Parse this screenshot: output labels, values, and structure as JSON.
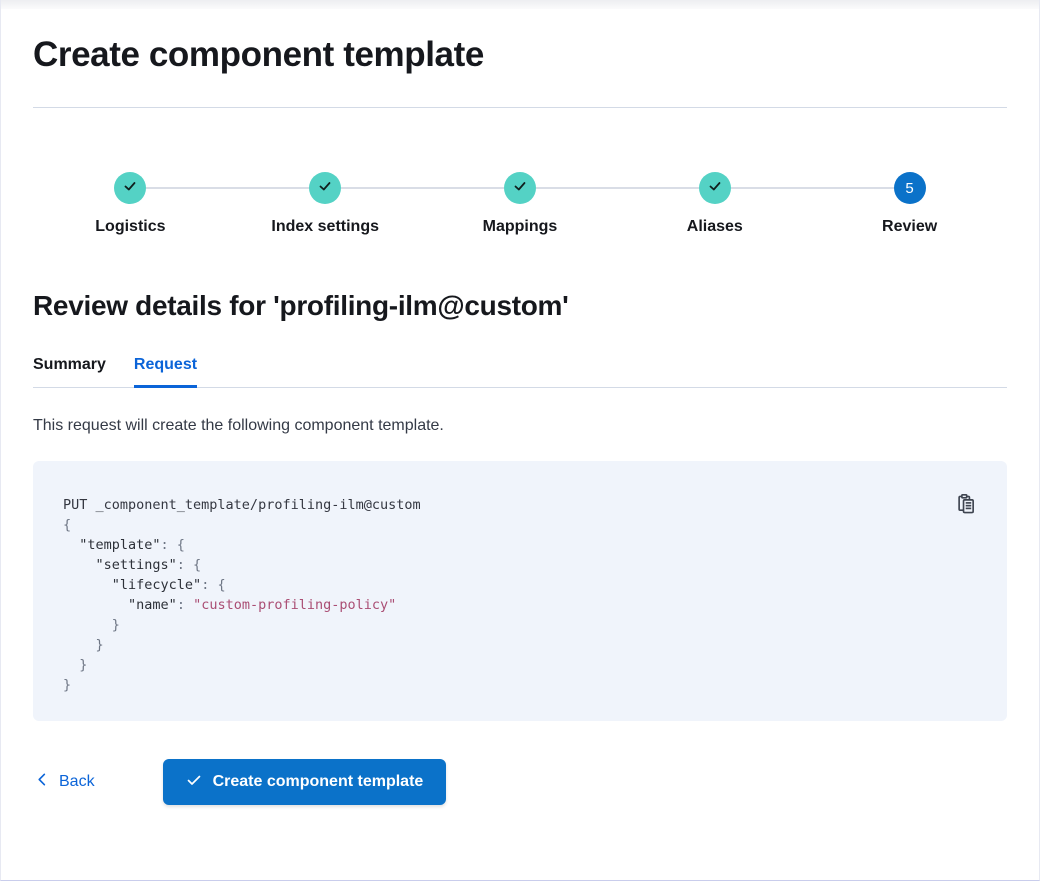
{
  "header": {
    "title": "Create component template"
  },
  "stepper": {
    "steps": [
      {
        "label": "Logistics",
        "status": "complete"
      },
      {
        "label": "Index settings",
        "status": "complete"
      },
      {
        "label": "Mappings",
        "status": "complete"
      },
      {
        "label": "Aliases",
        "status": "complete"
      },
      {
        "label": "Review",
        "status": "current",
        "number": "5"
      }
    ]
  },
  "review": {
    "heading": "Review details for 'profiling-ilm@custom'",
    "tabs": [
      {
        "label": "Summary",
        "selected": false
      },
      {
        "label": "Request",
        "selected": true
      }
    ],
    "request": {
      "description": "This request will create the following component template.",
      "copy_icon": "copy-clipboard-icon",
      "code_lines": [
        [
          [
            "plain",
            "PUT _component_template/profiling-ilm@custom"
          ]
        ],
        [
          [
            "p",
            "{"
          ]
        ],
        [
          [
            "p",
            "  "
          ],
          [
            "k",
            "\"template\""
          ],
          [
            "p",
            ": {"
          ]
        ],
        [
          [
            "p",
            "    "
          ],
          [
            "k",
            "\"settings\""
          ],
          [
            "p",
            ": {"
          ]
        ],
        [
          [
            "p",
            "      "
          ],
          [
            "k",
            "\"lifecycle\""
          ],
          [
            "p",
            ": {"
          ]
        ],
        [
          [
            "p",
            "        "
          ],
          [
            "k",
            "\"name\""
          ],
          [
            "p",
            ": "
          ],
          [
            "s",
            "\"custom-profiling-policy\""
          ]
        ],
        [
          [
            "p",
            "      }"
          ]
        ],
        [
          [
            "p",
            "    }"
          ]
        ],
        [
          [
            "p",
            "  }"
          ]
        ],
        [
          [
            "p",
            "}"
          ]
        ]
      ]
    }
  },
  "footer": {
    "back_label": "Back",
    "create_label": "Create component template"
  },
  "colors": {
    "primary_blue": "#0b72c9",
    "link_blue": "#0b64d8",
    "success_teal": "#54d2c5",
    "code_background": "#f0f4fb",
    "code_string": "#aa4e74",
    "divider": "#d3dae6"
  }
}
